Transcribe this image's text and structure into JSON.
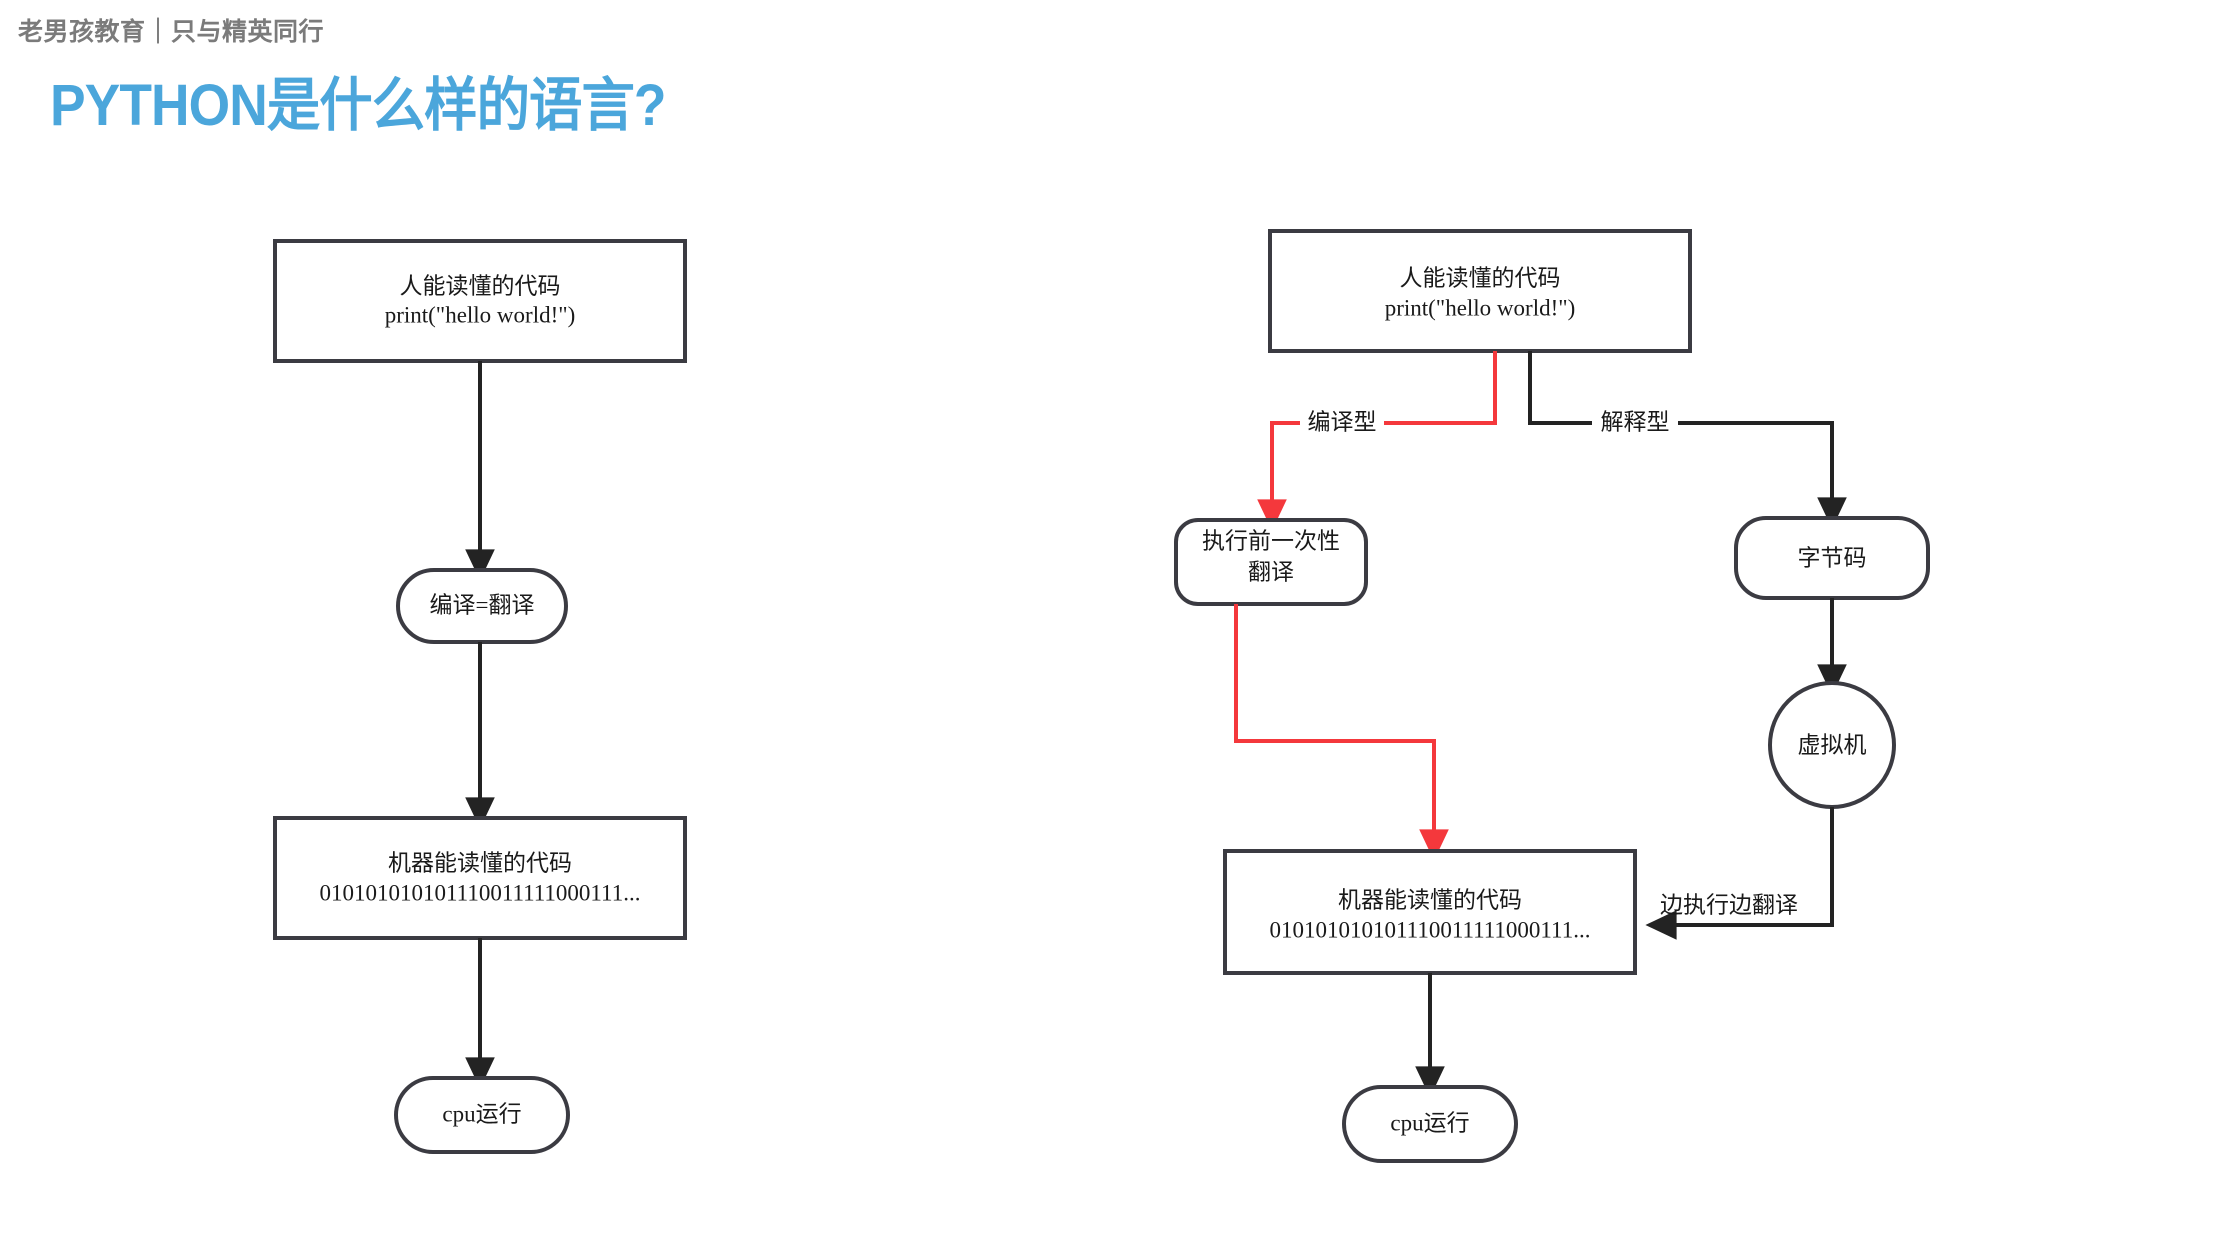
{
  "header": {
    "brand": "老男孩教育｜只与精英同行",
    "title": "PYTHON是什么样的语言?"
  },
  "colors": {
    "title_blue": "#4ba6db",
    "brand_gray": "#7b7b7b",
    "edge_black": "#232323",
    "edge_red": "#f4383c",
    "node_stroke": "#3b3b42",
    "background": "#ffffff"
  },
  "diagrams": {
    "left": {
      "name": "compiled-language-flow",
      "nodes": [
        {
          "id": "left-source",
          "shape": "rect",
          "line1": "人能读懂的代码",
          "line2": "print(\"hello world!\")"
        },
        {
          "id": "left-compile",
          "shape": "stadium",
          "line1": "编译=翻译",
          "line2": ""
        },
        {
          "id": "left-machine",
          "shape": "rect",
          "line1": "机器能读懂的代码",
          "line2": "010101010101110011111000111..."
        },
        {
          "id": "left-cpu",
          "shape": "stadium",
          "line1": "cpu运行",
          "line2": ""
        }
      ],
      "edges": [
        {
          "id": "left-edge-1",
          "from": "left-source",
          "to": "left-compile",
          "label": "",
          "color": "black"
        },
        {
          "id": "left-edge-2",
          "from": "left-compile",
          "to": "left-machine",
          "label": "",
          "color": "black"
        },
        {
          "id": "left-edge-3",
          "from": "left-machine",
          "to": "left-cpu",
          "label": "",
          "color": "black"
        }
      ]
    },
    "right": {
      "name": "compiled-vs-interpreted-flow",
      "nodes": [
        {
          "id": "right-source",
          "shape": "rect",
          "line1": "人能读懂的代码",
          "line2": "print(\"hello world!\")"
        },
        {
          "id": "right-aot",
          "shape": "stadium",
          "line1": "执行前一次性",
          "line2": "翻译"
        },
        {
          "id": "right-bytecode",
          "shape": "stadium",
          "line1": "字节码",
          "line2": ""
        },
        {
          "id": "right-vm",
          "shape": "circle",
          "line1": "虚拟机",
          "line2": ""
        },
        {
          "id": "right-machine",
          "shape": "rect",
          "line1": "机器能读懂的代码",
          "line2": "010101010101110011111000111..."
        },
        {
          "id": "right-cpu",
          "shape": "stadium",
          "line1": "cpu运行",
          "line2": ""
        }
      ],
      "edges": [
        {
          "id": "right-edge-compiled",
          "from": "right-source",
          "to": "right-aot",
          "label": "编译型",
          "color": "red"
        },
        {
          "id": "right-edge-interpreted",
          "from": "right-source",
          "to": "right-bytecode",
          "label": "解释型",
          "color": "black"
        },
        {
          "id": "right-edge-aot-machine",
          "from": "right-aot",
          "to": "right-machine",
          "label": "",
          "color": "red"
        },
        {
          "id": "right-edge-bytecode-vm",
          "from": "right-bytecode",
          "to": "right-vm",
          "label": "",
          "color": "black"
        },
        {
          "id": "right-edge-vm-machine",
          "from": "right-vm",
          "to": "right-machine",
          "label": "边执行边翻译",
          "color": "black"
        },
        {
          "id": "right-edge-machine-cpu",
          "from": "right-machine",
          "to": "right-cpu",
          "label": "",
          "color": "black"
        }
      ]
    }
  }
}
